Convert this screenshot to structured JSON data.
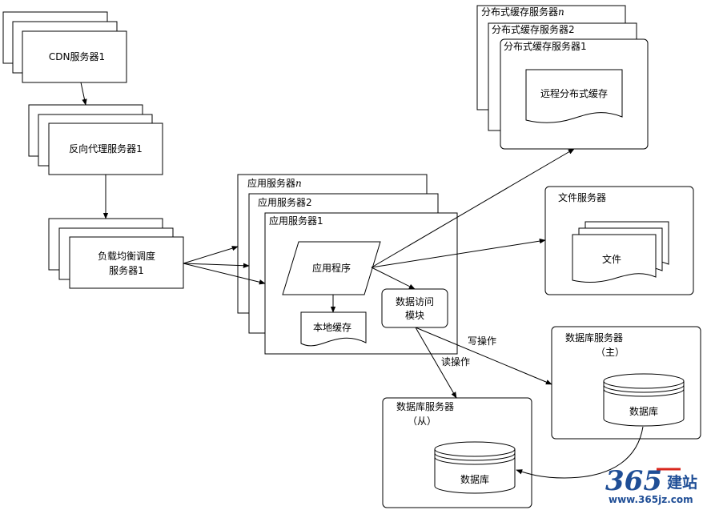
{
  "cdn": {
    "label": "CDN服务器1"
  },
  "reverse_proxy": {
    "label": "反向代理服务器1"
  },
  "load_balancer": {
    "line1": "负载均衡调度",
    "line2": "服务器1"
  },
  "app_servers": {
    "back_label": "应用服务器",
    "back_suffix": "n",
    "mid_label": "应用服务器2",
    "front_label": "应用服务器1",
    "program": "应用程序",
    "local_cache": "本地缓存",
    "data_access_line1": "数据访问",
    "data_access_line2": "模块"
  },
  "cache_servers": {
    "back_label": "分布式缓存服务器",
    "back_suffix": "n",
    "mid_label": "分布式缓存服务器2",
    "front_label": "分布式缓存服务器1",
    "remote_cache": "远程分布式缓存"
  },
  "file_server": {
    "label": "文件服务器",
    "file": "文件"
  },
  "db_master": {
    "label": "数据库服务器",
    "role": "（主）",
    "db": "数据库"
  },
  "db_slave": {
    "label": "数据库服务器",
    "role": "（从）",
    "db": "数据库"
  },
  "edges": {
    "write": "写操作",
    "read": "读操作"
  },
  "logo": {
    "number": "365",
    "cn": "建站",
    "url": "www.365jz.com"
  },
  "colors": {
    "stroke": "#000000",
    "fill": "#ffffff",
    "logo": "#1f4e96",
    "logo_accent": "#d9261c"
  }
}
